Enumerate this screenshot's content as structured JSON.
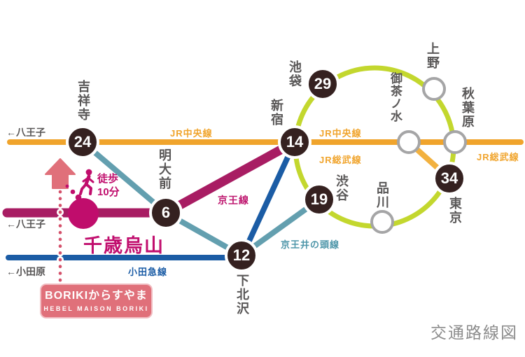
{
  "title": "交通路線図",
  "directions": {
    "hachioji_top": "←八王子",
    "hachioji_keio": "←八王子",
    "odawara": "←小田原"
  },
  "line_labels": {
    "jr_chuo_left": "JR中央線",
    "jr_chuo_right": "JR中央線",
    "jr_sobu_mid": "JR総武線",
    "jr_sobu_right": "JR総武線",
    "keio": "京王線",
    "odakyu": "小田急線",
    "inokashira": "京王井の頭線"
  },
  "stations": {
    "kichijoji": {
      "name": "吉祥寺",
      "number": "24"
    },
    "shinjuku": {
      "name": "新宿",
      "number": "14"
    },
    "ikebukuro": {
      "name": "池袋",
      "number": "29"
    },
    "ueno": {
      "name": "上野"
    },
    "ochanomizu": {
      "name": "御茶ノ水"
    },
    "akihabara": {
      "name": "秋葉原"
    },
    "tokyo": {
      "name": "東京",
      "number": "34"
    },
    "shinagawa": {
      "name": "品川"
    },
    "shibuya": {
      "name": "渋谷",
      "number": "19"
    },
    "meidaimae": {
      "name": "明大前",
      "number": "6"
    },
    "shimokitazawa": {
      "name": "下北沢",
      "number": "12"
    },
    "chitose_karasuyama": {
      "name": "千歳烏山"
    }
  },
  "walk": {
    "line1": "徒歩",
    "line2": "10分"
  },
  "property": {
    "name": "BORIKIからすやま",
    "subtitle": "HEBEL MAISON BORIKI"
  },
  "colors": {
    "jr_chuo": "#F0A42C",
    "jr_sobu_branch": "#F2B13F",
    "yamanote_loop": "#C3D72E",
    "keio_line": "#A81D63",
    "keio_accent": "#C00D6C",
    "odakyu_line": "#1B5CA5",
    "inokashira_line": "#639FAF",
    "station_badge": "#352120",
    "station_text": "#595757",
    "property_pink": "#E0707A",
    "bead_red": "#D4506A",
    "title_gray": "#8C8C8C"
  }
}
